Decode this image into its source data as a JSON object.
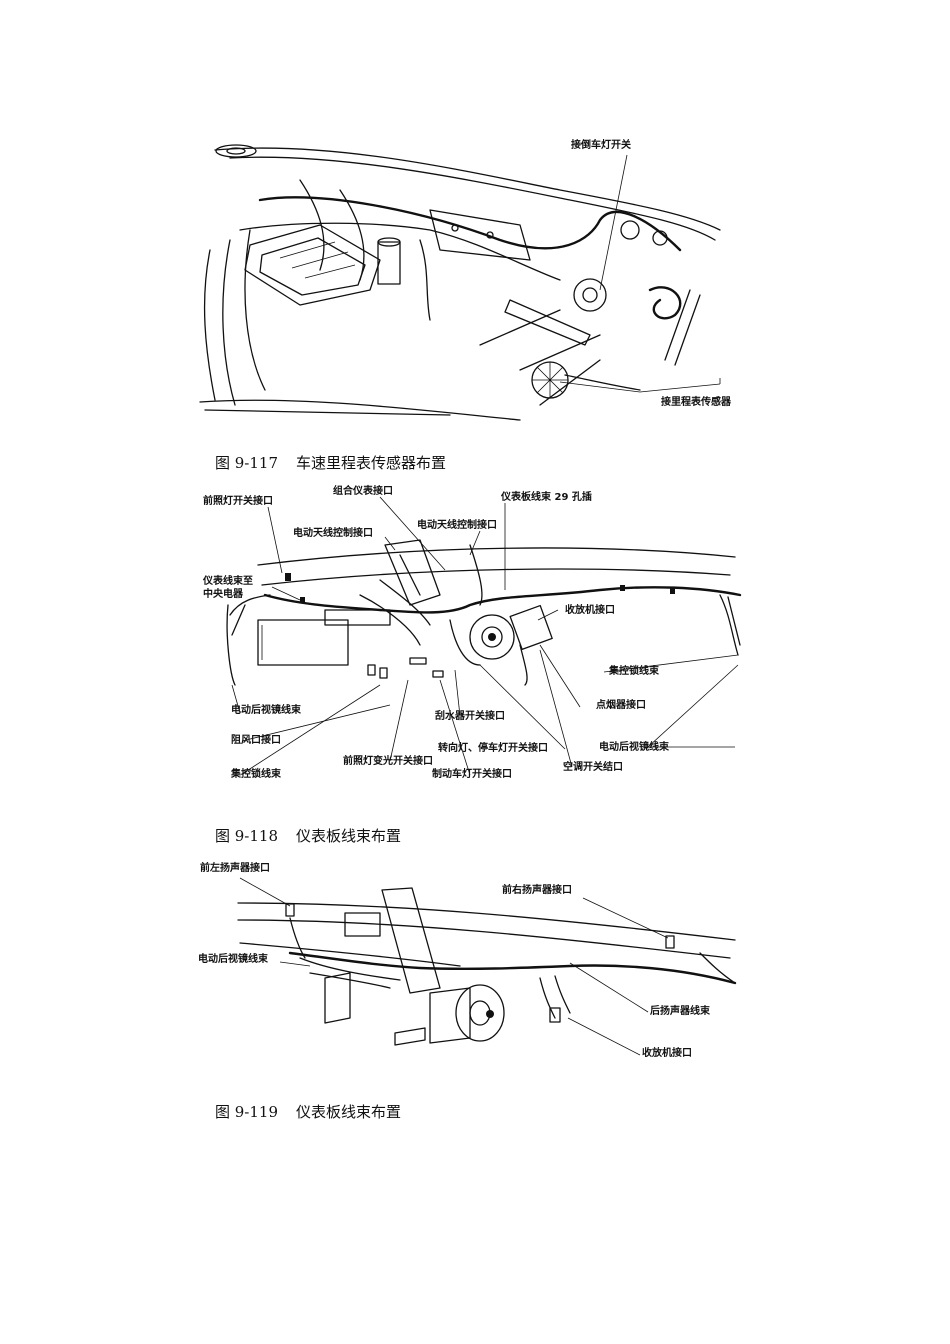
{
  "figures": [
    {
      "caption_number": "图 9-117",
      "caption_text": "车速里程表传感器布置",
      "labels": [
        "接倒车灯开关",
        "接里程表传感器"
      ]
    },
    {
      "caption_number": "图 9-118",
      "caption_text": "仪表板线束布置",
      "labels": [
        "前照灯开关接口",
        "组合仪表接口",
        "仪表板线束 29 孔插",
        "电动天线控制接口",
        "电动天线控制接口",
        "仪表线束至",
        "中央电器",
        "收放机接口",
        "集控锁线束",
        "电动后视镜线束",
        "点烟器接口",
        "刮水器开关接口",
        "阻风口接口",
        "电动后视镜线束",
        "转向灯、停车灯开关接口",
        "前照灯变光开关接口",
        "空调开关结口",
        "集控锁线束",
        "制动车灯开关接口"
      ]
    },
    {
      "caption_number": "图 9-119",
      "caption_text": "仪表板线束布置",
      "labels": [
        "前左扬声器接口",
        "前右扬声器接口",
        "电动后视镜线束",
        "后扬声器线束",
        "收放机接口"
      ]
    }
  ]
}
